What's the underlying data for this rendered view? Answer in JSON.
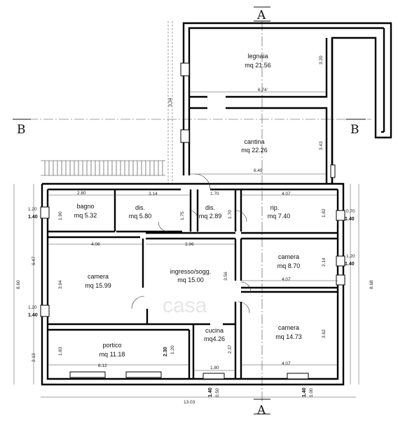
{
  "rooms": {
    "legnaia": {
      "name": "legnaia",
      "area": "mq 21.56"
    },
    "cantina": {
      "name": "cantina",
      "area": "mq 22.26"
    },
    "bagno": {
      "name": "bagno",
      "area": "mq 5.32"
    },
    "dis1": {
      "name": "dis.",
      "area": "mq 5.80"
    },
    "dis2": {
      "name": "dis.",
      "area": "mq 2.89"
    },
    "rip": {
      "name": "rip.",
      "area": "mq 7.40"
    },
    "camera_left": {
      "name": "camera",
      "area": "mq 15.99"
    },
    "ingresso": {
      "name": "ingresso/sogg.",
      "area": "mq 15.00"
    },
    "camera_mid": {
      "name": "camera",
      "area": "mq 8.70"
    },
    "cucina": {
      "name": "cucina",
      "area": "mq4.26"
    },
    "camera_br": {
      "name": "camera",
      "area": "mq 14.73"
    },
    "portico": {
      "name": "portico",
      "area": "mq 11.18"
    }
  },
  "dims": {
    "d_320": "3.20",
    "d_674": "6.74'",
    "d_334": "3.34",
    "d_343": "3.43",
    "d_649": "6.49",
    "d_280": "2.80",
    "d_314": "3.14",
    "d_170a": "1.70",
    "d_407a": "4.07",
    "d_190": "1.90",
    "d_175": "1.75",
    "d_170b": "1.70",
    "d_182": "1.82",
    "d_406": "4.06",
    "d_396": "3.96",
    "d_214": "2.14",
    "d_394": "3.94",
    "d_356": "3.56",
    "d_407b": "4.07",
    "d_362": "3.62",
    "d_183": "1.83",
    "d_237": "2.37",
    "d_612": "6.12",
    "d_180": "1.80",
    "d_407c": "4.07",
    "d_647": "6.47",
    "d_860": "8.60",
    "d_213": "2.13",
    "d_868": "8.68",
    "d_1303": "13.03",
    "w_120a": "1.20",
    "w_140a": "1.40",
    "w_120b": "1.20",
    "w_140b": "1.40",
    "w_070": "0.70",
    "w_140c": "1.40",
    "w_120c": "1.20",
    "w_140d": "1.40",
    "w_120d": "1.20",
    "w_230": "2.30",
    "w_050": "0.50",
    "w_140e": "1.40",
    "w_100": "1.00",
    "w_140f": "1.40"
  },
  "sections": {
    "a_top": "A",
    "a_bottom": "A",
    "b_left": "B",
    "b_right": "B"
  },
  "watermark": "casa"
}
